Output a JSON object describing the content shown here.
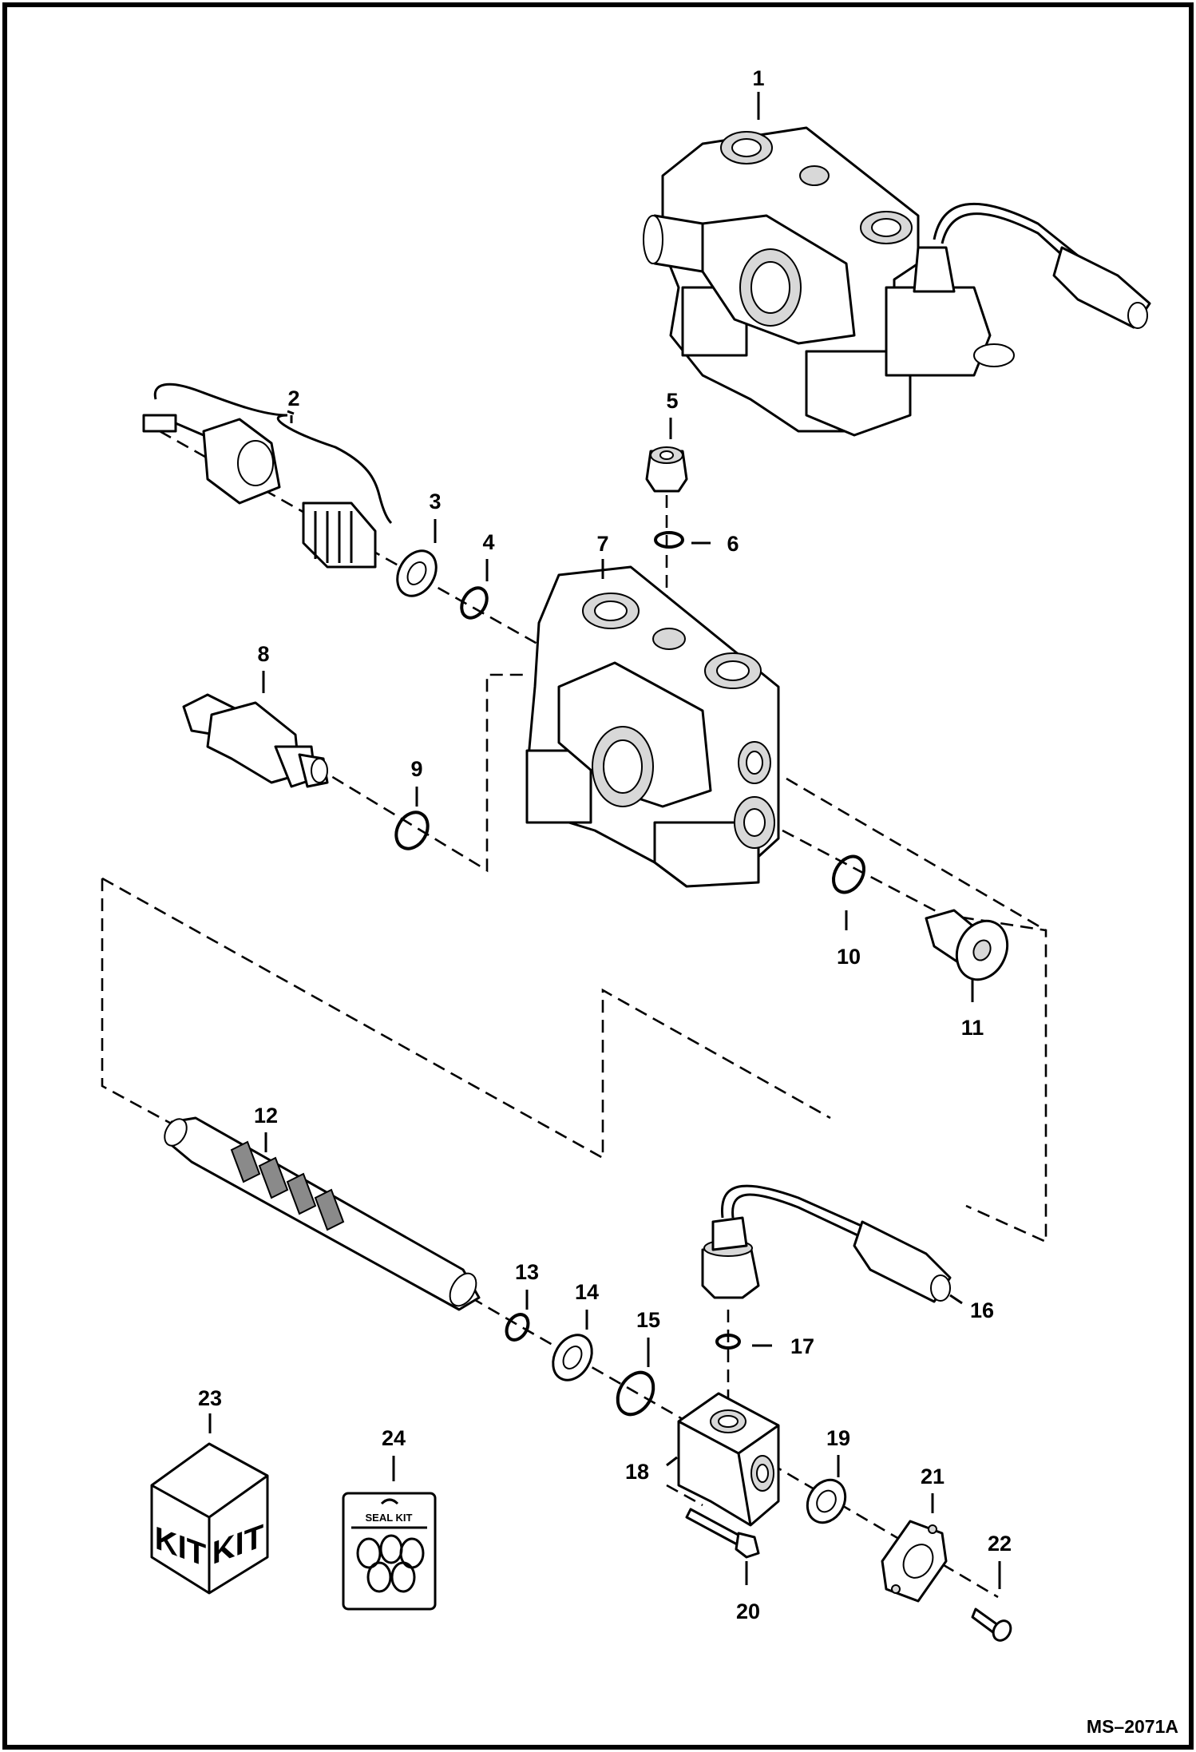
{
  "callouts": [
    "1",
    "2",
    "3",
    "4",
    "5",
    "6",
    "7",
    "8",
    "9",
    "10",
    "11",
    "12",
    "13",
    "14",
    "15",
    "16",
    "17",
    "18",
    "19",
    "20",
    "21",
    "22",
    "23",
    "24"
  ],
  "kit_labels": {
    "kit_left": "KIT",
    "kit_right": "KIT",
    "seal_kit": "SEAL KIT"
  },
  "drawing_number": "MS–2071A"
}
